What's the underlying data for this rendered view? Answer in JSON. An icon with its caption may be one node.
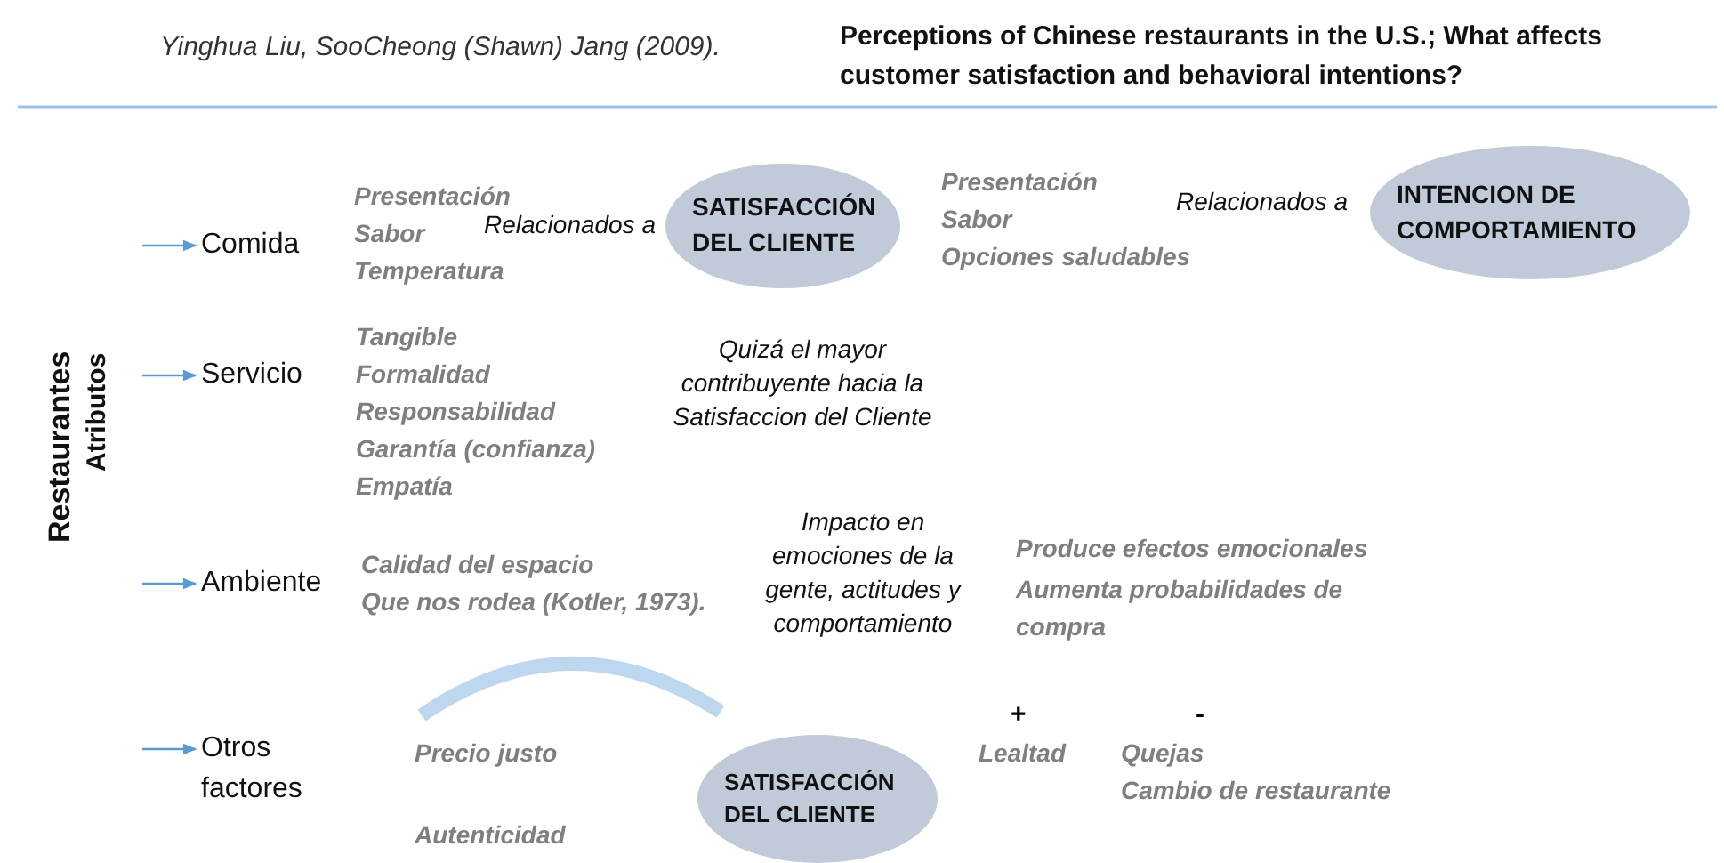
{
  "diagram": {
    "title": "Perceptions of Chinese restaurants in the U.S.; What affects customer satisfaction and behavioral intentions?",
    "nodes": [
      {
        "text": [
          "Comida"
        ]
      },
      {
        "text": [
          "Servicio"
        ]
      },
      {
        "text": [
          "Ambiente"
        ]
      },
      {
        "text": [
          "Otros factores"
        ]
      },
      {
        "text": [
          "SATISFACCIÓN DEL CLIENTE"
        ]
      },
      {
        "text": [
          "INTENCION DE COMPORTAMIENTO"
        ]
      },
      {
        "text": [
          "SATISFACCIÓN DEL CLIENTE"
        ]
      }
    ],
    "edges": [
      {
        "from": null,
        "to": 0,
        "arrow": "to"
      },
      {
        "from": null,
        "to": 1,
        "arrow": "to"
      },
      {
        "from": null,
        "to": 2,
        "arrow": "to"
      },
      {
        "from": null,
        "to": 3,
        "arrow": "to"
      }
    ],
    "labels": [
      "Yinghua Liu, SooCheong (Shawn) Jang  (2009).",
      "Restaurantes",
      "Atributos",
      "Presentación",
      "Sabor",
      "Temperatura",
      "Relacionados a",
      "Presentación",
      "Sabor",
      "Opciones saludables",
      "Relacionados a",
      "Tangible",
      "Formalidad",
      "Responsabilidad",
      "Garantía (confianza)",
      "Empatía",
      "Quizá el mayor contribuyente hacia la Satisfaccion del Cliente",
      "Calidad del espacio",
      "Que nos rodea (Kotler, 1973).",
      "Impacto en emociones de la gente, actitudes y comportamiento",
      "Produce efectos emocionales",
      "Aumenta probabilidades de compra",
      "+",
      "-",
      "Precio justo",
      "Lealtad",
      "Quejas",
      "Cambio de restaurante",
      "Autenticidad"
    ]
  }
}
